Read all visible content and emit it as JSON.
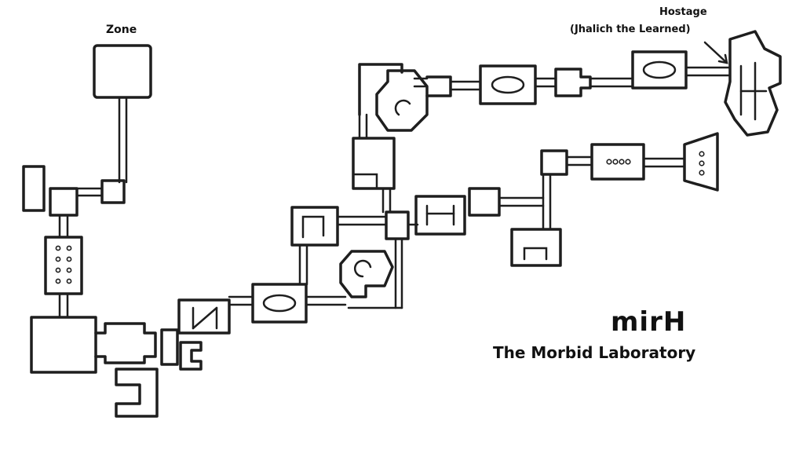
{
  "map": {
    "title": "mirH",
    "subtitle": "The Morbid Laboratory",
    "labels": {
      "zone": "Zone",
      "hostage": "Hostage",
      "hostage_name": "(Jhalich the Learned)"
    },
    "colors": {
      "wall": "#1e1e1e",
      "background": "#ffffff"
    },
    "icons": {
      "zone_entrance": "zone-room",
      "hostage_marker": "hostage-arrow"
    }
  }
}
